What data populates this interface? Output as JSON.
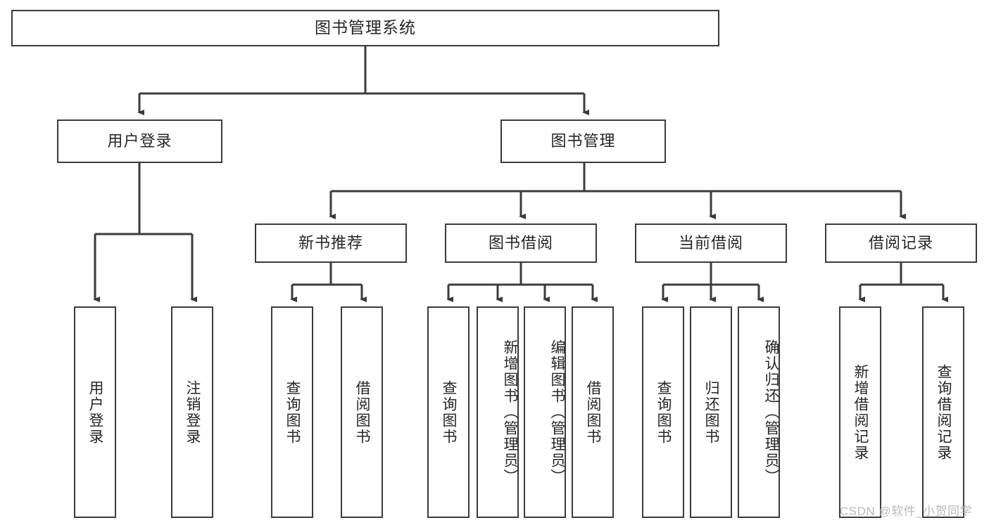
{
  "diagram": {
    "title": "图书管理系统",
    "type": "tree-hierarchy",
    "root": {
      "id": "root",
      "label": "图书管理系统"
    },
    "level1": [
      {
        "id": "user-login",
        "label": "用户登录"
      },
      {
        "id": "book-manage",
        "label": "图书管理"
      }
    ],
    "level2": [
      {
        "id": "new-book-recommend",
        "label": "新书推荐",
        "parent": "book-manage"
      },
      {
        "id": "book-borrow",
        "label": "图书借阅",
        "parent": "book-manage"
      },
      {
        "id": "current-borrow",
        "label": "当前借阅",
        "parent": "book-manage"
      },
      {
        "id": "borrow-record",
        "label": "借阅记录",
        "parent": "book-manage"
      }
    ],
    "leaves": {
      "user-login": [
        {
          "id": "leaf-user-login",
          "label": "用户登录"
        },
        {
          "id": "leaf-logout",
          "label": "注销登录"
        }
      ],
      "new-book-recommend": [
        {
          "id": "leaf-query-book-1",
          "label": "查询图书"
        },
        {
          "id": "leaf-borrow-book-1",
          "label": "借阅图书"
        }
      ],
      "book-borrow": [
        {
          "id": "leaf-query-book-2",
          "label": "查询图书"
        },
        {
          "id": "leaf-add-book",
          "label": "新增图书（管理员）"
        },
        {
          "id": "leaf-edit-book",
          "label": "编辑图书（管理员）"
        },
        {
          "id": "leaf-borrow-book-2",
          "label": "借阅图书"
        }
      ],
      "current-borrow": [
        {
          "id": "leaf-query-book-3",
          "label": "查询图书"
        },
        {
          "id": "leaf-return-book",
          "label": "归还图书"
        },
        {
          "id": "leaf-confirm-return",
          "label": "确认归还（管理员）"
        }
      ],
      "borrow-record": [
        {
          "id": "leaf-add-record",
          "label": "新增借阅记录"
        },
        {
          "id": "leaf-query-record",
          "label": "查询借阅记录"
        }
      ]
    }
  },
  "watermark": {
    "text": "CSDN @软件_小贺同学"
  },
  "colors": {
    "stroke": "#3b3b3b",
    "box_fill": "#ffffff",
    "text": "#262626",
    "watermark": "#b9b9b9",
    "background": "#ffffff"
  }
}
